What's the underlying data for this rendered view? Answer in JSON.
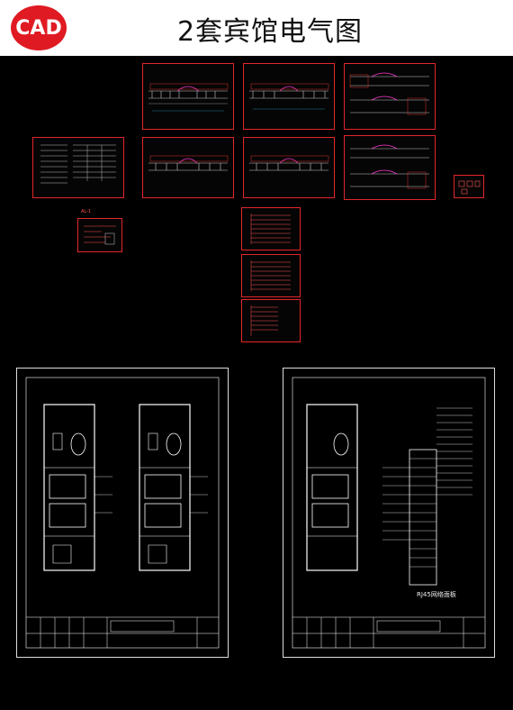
{
  "header": {
    "badge": "CAD",
    "title": "2套宾馆电气图"
  },
  "colors": {
    "accent": "#e01a22",
    "canvas": "#000000",
    "sheet_border": "#e3262a",
    "line": "#ffffff"
  },
  "sheets": {
    "rj45_label": "RJ45网络面板",
    "small_caption": "AL-1"
  }
}
